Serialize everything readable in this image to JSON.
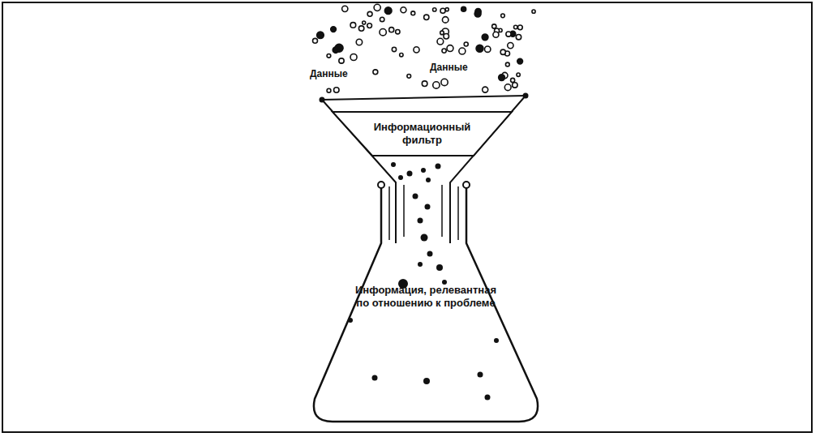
{
  "diagram": {
    "nodes": [
      {
        "text": [
          "Информационный фильтр"
        ]
      },
      {
        "text": [
          "Информация, релевантная по отношению к проблеме"
        ]
      }
    ],
    "labels": [
      "Данные",
      "Данные"
    ]
  }
}
